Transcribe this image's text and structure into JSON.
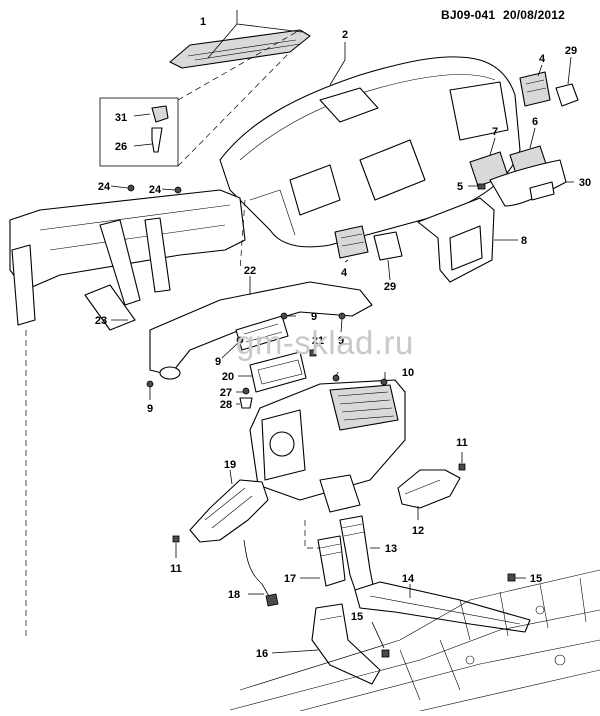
{
  "header": {
    "code": "BJ09-041",
    "date": "20/08/2012"
  },
  "watermark": "gm-sklad.ru",
  "labels": {
    "c1": "1",
    "c2": "2",
    "c29a": "29",
    "c4a": "4",
    "c31": "31",
    "c26": "26",
    "c7": "7",
    "c6": "6",
    "c5": "5",
    "c30": "30",
    "c24a": "24",
    "c24b": "24",
    "c8": "8",
    "c22": "22",
    "c4b": "4",
    "c29b": "29",
    "c23": "23",
    "c9a": "9",
    "c9b": "9",
    "c9c": "9",
    "c9d": "9",
    "c21": "21",
    "c20": "20",
    "c10": "10",
    "c27": "27",
    "c28": "28",
    "c11a": "11",
    "c11b": "11",
    "c19": "19",
    "c12": "12",
    "c13": "13",
    "c17": "17",
    "c18": "18",
    "c14": "14",
    "c15a": "15",
    "c15b": "15",
    "c16": "16"
  }
}
